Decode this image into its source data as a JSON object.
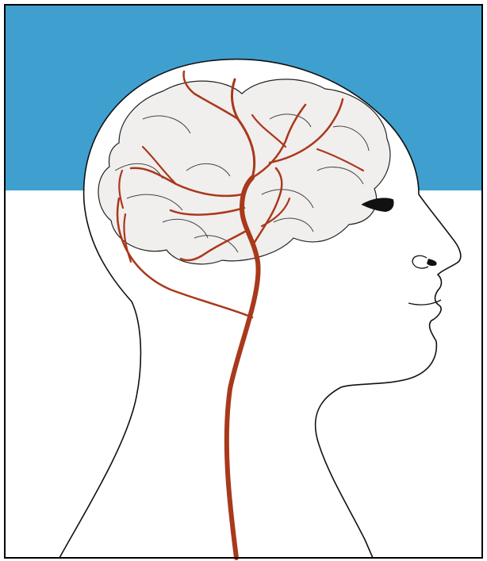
{
  "colors": {
    "sky": "#3f9fcf",
    "background": "#ffffff",
    "brain_fill": "#f1eeee",
    "artery": "#a8391b",
    "outline": "#111111",
    "frame": "#000000"
  },
  "figure": {
    "subject": "head-profile-facing-right",
    "parts": [
      "head-outline",
      "brain",
      "brain-folds",
      "carotid-artery",
      "artery-branches",
      "eye",
      "nose",
      "mouth",
      "chin",
      "neck"
    ]
  }
}
